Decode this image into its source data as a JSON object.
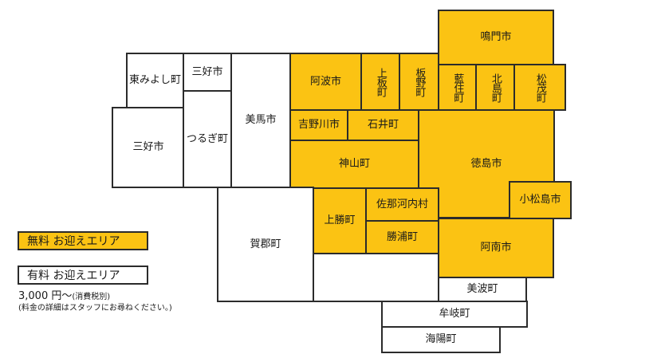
{
  "regions": {
    "naruto": "鳴門市",
    "higashimiyoshi": "東みよし町",
    "miyoshi_small": "三好市",
    "mima": "美馬市",
    "awa": "阿波市",
    "kamiita": "上板町",
    "itano": "板野町",
    "aizumi": "藍住町",
    "kitajima": "北島町",
    "matsushige": "松茂町",
    "miyoshi": "三好市",
    "tsurugi": "つるぎ町",
    "yoshinogawa": "吉野川市",
    "ishii": "石井町",
    "tokushima": "徳島市",
    "kamiyama": "神山町",
    "komatsushima": "小松島市",
    "sanagochi": "佐那河内村",
    "kamikatsu": "上勝町",
    "naka": "賀郡町",
    "katsuura": "勝浦町",
    "anan": "阿南市",
    "minami": "美波町",
    "mugi": "牟岐町",
    "kaiyo": "海陽町"
  },
  "legend": {
    "free": "無料 お迎えエリア",
    "paid": "有料 お迎えエリア",
    "price": "3,000 円〜",
    "price_tax": "(消費税別)",
    "price_note": "(料金の詳細はスタッフにお尋ねください。)"
  },
  "colors": {
    "free": "#fbc313",
    "paid": "#ffffff",
    "border": "#2b2b2b"
  }
}
